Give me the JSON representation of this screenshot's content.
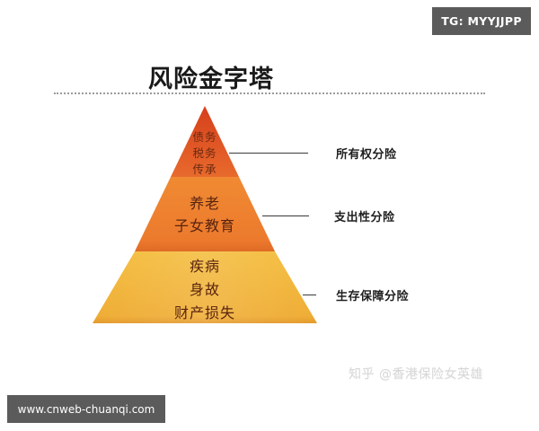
{
  "badges": {
    "top_right": "TG: MYYJJPP",
    "bottom_left": "www.cnweb-chuanqi.com"
  },
  "title": "风险金字塔",
  "pyramid": {
    "tiers": [
      {
        "position": "top",
        "items": [
          "债务",
          "税务",
          "传承"
        ],
        "color_top": "#d9451f",
        "color_bottom": "#e7672b",
        "risk_label": "所有权分险"
      },
      {
        "position": "middle",
        "items": [
          "养老",
          "子女教育"
        ],
        "color_top": "#ef8430",
        "color_bottom": "#e8722a",
        "risk_label": "支出性分险"
      },
      {
        "position": "bottom",
        "items": [
          "疾病",
          "身故",
          "财产损失"
        ],
        "color_top": "#f2b63a",
        "color_bottom": "#eba431",
        "risk_label": "生存保障分险"
      }
    ]
  },
  "watermark": "知乎 @香港保险女英雄",
  "colors": {
    "badge_bg": "#5b5b5b",
    "title_text": "#1a1a1a",
    "tier_text": "#6b2a12",
    "leader_line": "#3a3a3a"
  }
}
